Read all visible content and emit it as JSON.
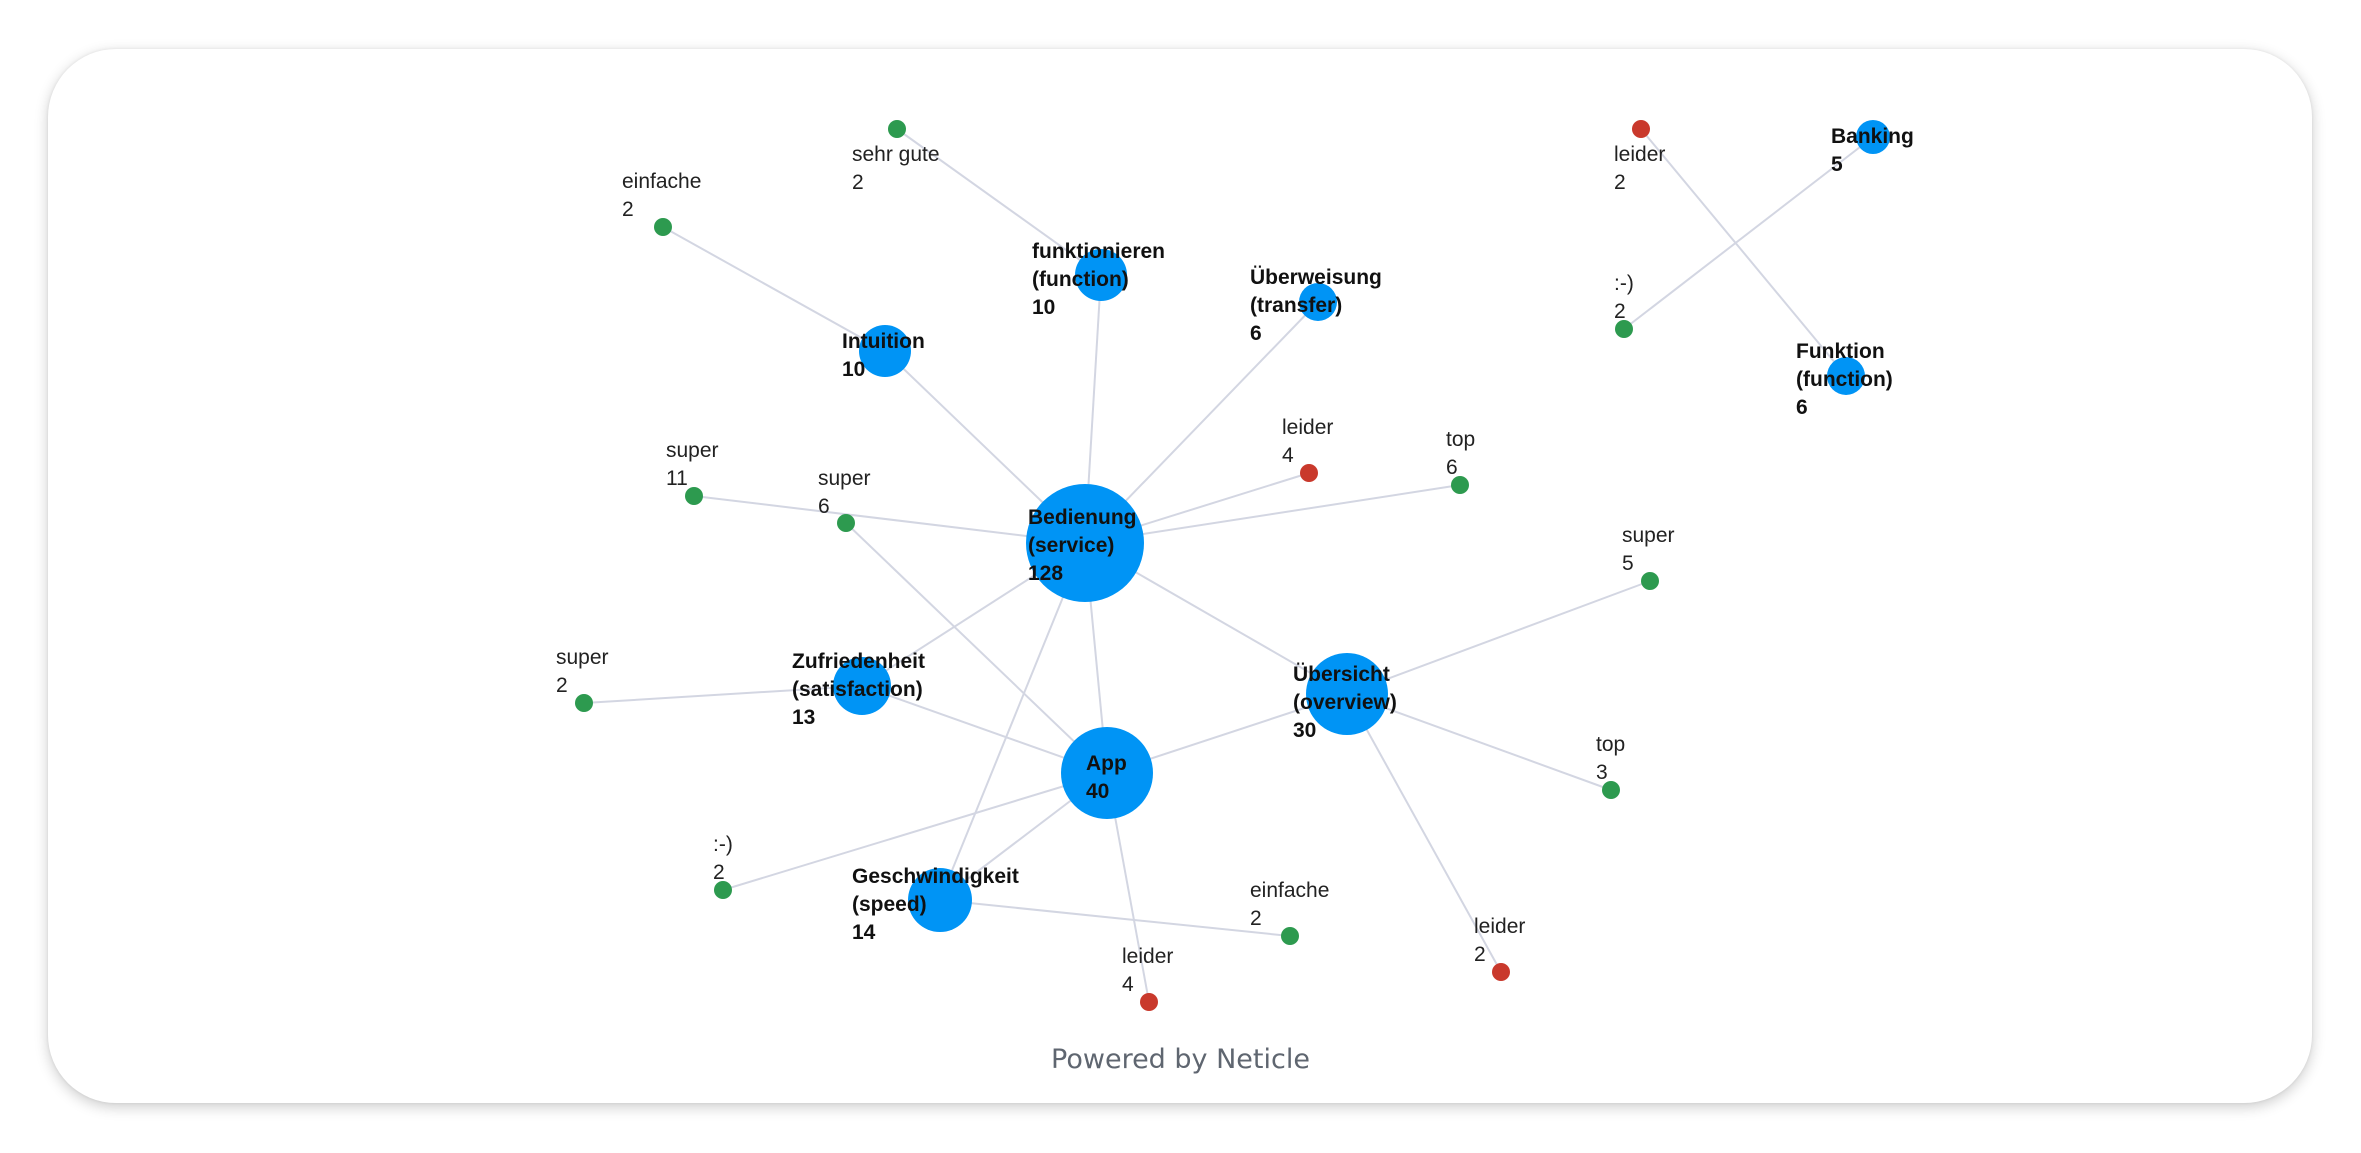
{
  "footer": {
    "text": "Powered by Neticle"
  },
  "colors": {
    "topic": "#0094f5",
    "positive": "#2d9a4f",
    "negative": "#c9392c",
    "edge": "#d3d6e2"
  },
  "graph": {
    "nodes": [
      {
        "id": "bedienung",
        "kind": "topic",
        "lines": [
          "Bedienung",
          "(service)"
        ],
        "count": "128"
      },
      {
        "id": "app",
        "kind": "topic",
        "lines": [
          "App"
        ],
        "count": "40"
      },
      {
        "id": "uebersicht",
        "kind": "topic",
        "lines": [
          "Übersicht",
          "(overview)"
        ],
        "count": "30"
      },
      {
        "id": "geschwindigkeit",
        "kind": "topic",
        "lines": [
          "Geschwindigkeit",
          "(speed)"
        ],
        "count": "14"
      },
      {
        "id": "zufriedenheit",
        "kind": "topic",
        "lines": [
          "Zufriedenheit",
          "(satisfaction)"
        ],
        "count": "13"
      },
      {
        "id": "funktionieren",
        "kind": "topic",
        "lines": [
          "funktionieren",
          "(function)"
        ],
        "count": "10"
      },
      {
        "id": "intuition",
        "kind": "topic",
        "lines": [
          "Intuition"
        ],
        "count": "10"
      },
      {
        "id": "ueberweisung",
        "kind": "topic",
        "lines": [
          "Überweisung",
          "(transfer)"
        ],
        "count": "6"
      },
      {
        "id": "funktion",
        "kind": "topic",
        "lines": [
          "Funktion",
          "(function)"
        ],
        "count": "6"
      },
      {
        "id": "banking",
        "kind": "topic",
        "lines": [
          "Banking"
        ],
        "count": "5"
      },
      {
        "id": "sehr_gute",
        "kind": "positive",
        "lines": [
          "sehr gute"
        ],
        "count": "2"
      },
      {
        "id": "einfache_top",
        "kind": "positive",
        "lines": [
          "einfache"
        ],
        "count": "2"
      },
      {
        "id": "super_11",
        "kind": "positive",
        "lines": [
          "super"
        ],
        "count": "11"
      },
      {
        "id": "super_6",
        "kind": "positive",
        "lines": [
          "super"
        ],
        "count": "6"
      },
      {
        "id": "leider_4_top",
        "kind": "negative",
        "lines": [
          "leider"
        ],
        "count": "4"
      },
      {
        "id": "top_6",
        "kind": "positive",
        "lines": [
          "top"
        ],
        "count": "6"
      },
      {
        "id": "super_2",
        "kind": "positive",
        "lines": [
          "super"
        ],
        "count": "2"
      },
      {
        "id": "smile_app",
        "kind": "positive",
        "lines": [
          ":-)"
        ],
        "count": "2"
      },
      {
        "id": "einfache_bottom",
        "kind": "positive",
        "lines": [
          "einfache"
        ],
        "count": "2"
      },
      {
        "id": "leider_4_bottom",
        "kind": "negative",
        "lines": [
          "leider"
        ],
        "count": "4"
      },
      {
        "id": "leider_2_bottom",
        "kind": "negative",
        "lines": [
          "leider"
        ],
        "count": "2"
      },
      {
        "id": "super_5",
        "kind": "positive",
        "lines": [
          "super"
        ],
        "count": "5"
      },
      {
        "id": "top_3",
        "kind": "positive",
        "lines": [
          "top"
        ],
        "count": "3"
      },
      {
        "id": "leider_2_top",
        "kind": "negative",
        "lines": [
          "leider"
        ],
        "count": "2"
      },
      {
        "id": "smile_banking",
        "kind": "positive",
        "lines": [
          ":-)"
        ],
        "count": "2"
      }
    ],
    "edges": [
      [
        "bedienung",
        "intuition"
      ],
      [
        "bedienung",
        "funktionieren"
      ],
      [
        "bedienung",
        "ueberweisung"
      ],
      [
        "bedienung",
        "leider_4_top"
      ],
      [
        "bedienung",
        "top_6"
      ],
      [
        "bedienung",
        "super_11"
      ],
      [
        "bedienung",
        "zufriedenheit"
      ],
      [
        "bedienung",
        "uebersicht"
      ],
      [
        "bedienung",
        "app"
      ],
      [
        "bedienung",
        "geschwindigkeit"
      ],
      [
        "intuition",
        "einfache_top"
      ],
      [
        "funktionieren",
        "sehr_gute"
      ],
      [
        "super_6",
        "app"
      ],
      [
        "zufriedenheit",
        "super_2"
      ],
      [
        "zufriedenheit",
        "app"
      ],
      [
        "app",
        "uebersicht"
      ],
      [
        "app",
        "smile_app"
      ],
      [
        "app",
        "geschwindigkeit"
      ],
      [
        "app",
        "leider_4_bottom"
      ],
      [
        "geschwindigkeit",
        "einfache_bottom"
      ],
      [
        "uebersicht",
        "super_5"
      ],
      [
        "uebersicht",
        "top_3"
      ],
      [
        "uebersicht",
        "leider_2_bottom"
      ],
      [
        "leider_2_top",
        "funktion"
      ],
      [
        "smile_banking",
        "banking"
      ]
    ]
  }
}
